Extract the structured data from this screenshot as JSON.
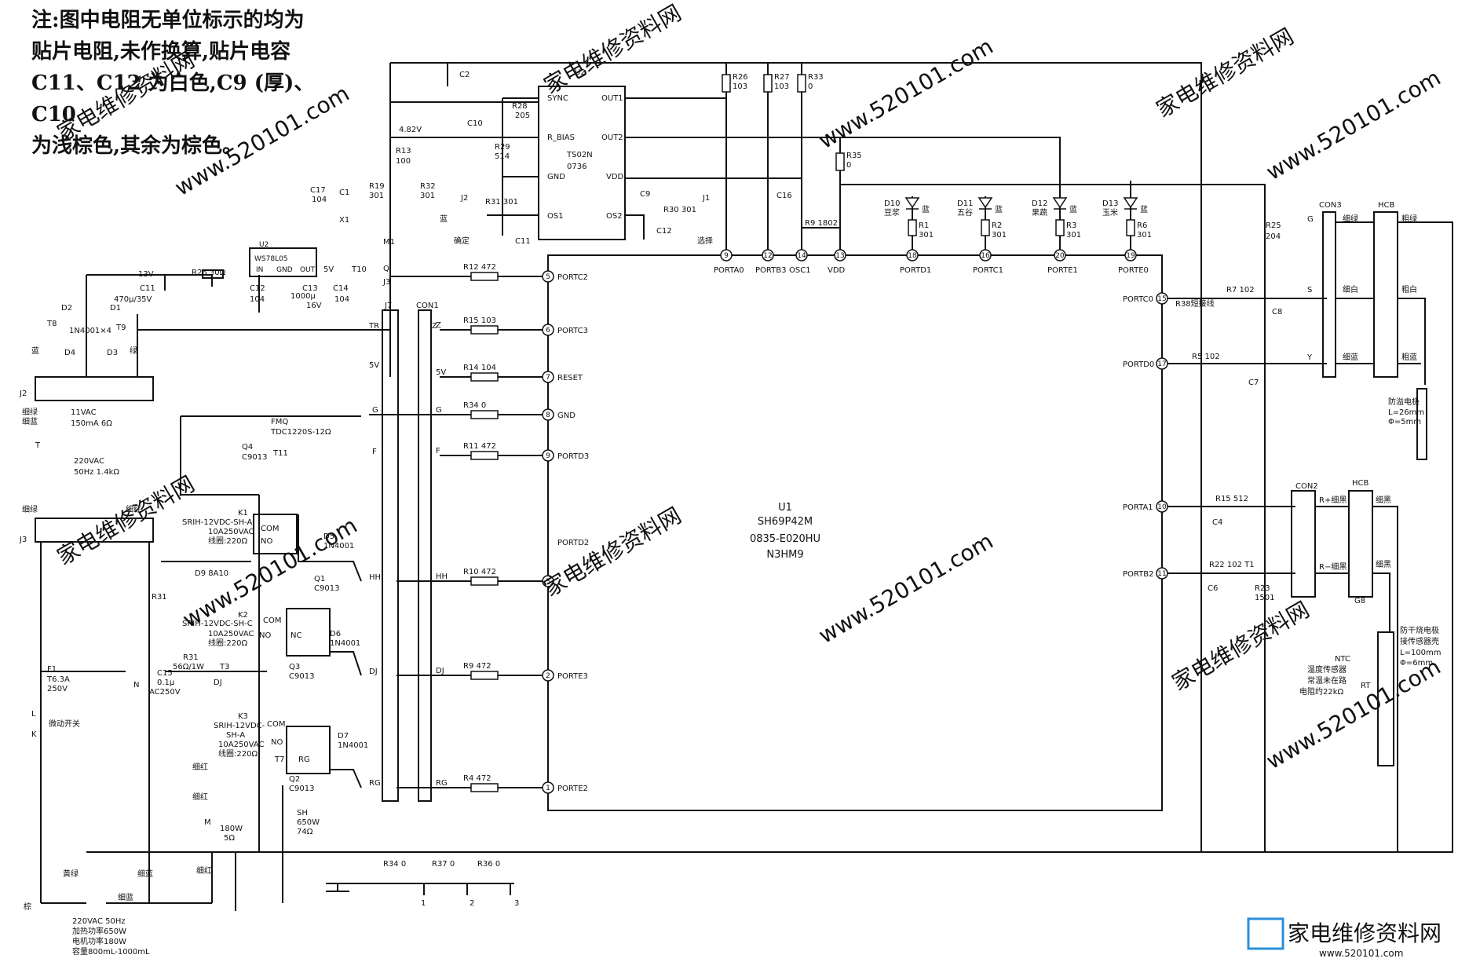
{
  "note": {
    "label": "注:",
    "lines": [
      "图中电阻无单位标示的均为",
      "贴片电阻,未作换算,贴片电容",
      "C11、C12 为白色,C9 (厚)、C10",
      "为浅棕色,其余为棕色。"
    ]
  },
  "mcu": {
    "name": "U1",
    "part1": "SH69P42M",
    "part2": "0835-E020HU",
    "part3": "N3HM9"
  },
  "u2": {
    "name": "U2",
    "part1": "TS02N",
    "part2": "0736",
    "pins": [
      "SYNC",
      "R_BIAS",
      "GND",
      "OS1",
      "OS2",
      "VDD",
      "OUT2",
      "OUT1"
    ]
  },
  "regulator": {
    "name": "U2",
    "part": "WS78L05",
    "p_in": "IN",
    "p_gnd": "GND",
    "p_out": "OUT"
  },
  "left_pins": [
    {
      "num": "5",
      "name": "PORTC2",
      "net": "",
      "res": "R12 472"
    },
    {
      "num": "6",
      "name": "PORTC3",
      "net": "Z",
      "res": "R15 103"
    },
    {
      "num": "7",
      "name": "RESET",
      "net": "5V",
      "res": "R14 104"
    },
    {
      "num": "8",
      "name": "GND",
      "net": "G",
      "res": "R34 0"
    },
    {
      "num": "9",
      "name": "PORTD3",
      "net": "F",
      "res": "R11 472"
    },
    {
      "num": "",
      "name": "PORTD2",
      "net": "",
      "res": ""
    },
    {
      "num": "3",
      "name": "",
      "net": "HH",
      "res": "R10 472"
    },
    {
      "num": "2",
      "name": "PORTE3",
      "net": "DJ",
      "res": "R9 472"
    },
    {
      "num": "1",
      "name": "PORTE2",
      "net": "RG",
      "res": "R4 472"
    }
  ],
  "top_pins": [
    {
      "num": "9",
      "name": "PORTA0"
    },
    {
      "num": "12",
      "name": "PORTB3"
    },
    {
      "num": "14",
      "name": "OSC1"
    },
    {
      "num": "13",
      "name": "VDD"
    },
    {
      "num": "18",
      "name": "PORTD1"
    },
    {
      "num": "16",
      "name": "PORTC1"
    },
    {
      "num": "20",
      "name": "PORTE1"
    },
    {
      "num": "19",
      "name": "PORTE0"
    }
  ],
  "right_pins": [
    {
      "num": "15",
      "name": "PORTC0"
    },
    {
      "num": "17",
      "name": "PORTD0"
    },
    {
      "num": "10",
      "name": "PORTA1"
    },
    {
      "num": "11",
      "name": "PORTB2"
    }
  ],
  "leds": [
    {
      "ref": "D10",
      "name": "豆浆",
      "color": "蓝",
      "res": "R1",
      "val": "301"
    },
    {
      "ref": "D11",
      "name": "五谷",
      "color": "蓝",
      "res": "R2",
      "val": "301"
    },
    {
      "ref": "D12",
      "name": "果蔬",
      "color": "蓝",
      "res": "R3",
      "val": "301"
    },
    {
      "ref": "D13",
      "name": "玉米",
      "color": "蓝",
      "res": "R6",
      "val": "301"
    }
  ],
  "top_res": [
    {
      "ref": "R26",
      "val": "103"
    },
    {
      "ref": "R27",
      "val": "103"
    },
    {
      "ref": "R33",
      "val": "0"
    },
    {
      "ref": "R35",
      "val": "0"
    }
  ],
  "misc": {
    "c2": "C2",
    "c10": "C10",
    "c9": "C9",
    "c12": "C12",
    "c11": "C11",
    "c16": "C16",
    "r9": "R9 1802",
    "r28": "R28",
    "r28v": "205",
    "r29": "R29",
    "r29v": "514",
    "r31": "R31 301",
    "r30": "R30 301",
    "j2": "J2",
    "j1": "J1",
    "j2n": "确定",
    "j1n": "选择",
    "v482": "4.82V",
    "r13": "R13",
    "r13v": "100",
    "r19": "R19",
    "r19v": "301",
    "r32": "R32",
    "r32v": "301",
    "c17": "C17",
    "c17v": "104",
    "c1": "C1",
    "x1": "X1",
    "blue": "蓝",
    "m1": "M1",
    "q": "Q",
    "j3": "J3",
    "r25": "R25",
    "r25v": "204",
    "con3": "CON3",
    "hcb": "HCB",
    "con2": "CON2",
    "hcb2": "HCB",
    "g": "G",
    "s": "S",
    "y": "Y",
    "r38": "R38短接线",
    "r7": "R7 102",
    "c8": "C8",
    "r5": "R5 102",
    "c7": "C7",
    "r15b": "R15 512",
    "c4": "C4",
    "r22": "R22 102 T1",
    "c6": "C6",
    "r23": "R23",
    "r23v": "1501",
    "xlv": "细绿",
    "xlb": "细白",
    "xln": "细蓝",
    "xlv2": "粗绿",
    "xlb2": "粗白",
    "xln2": "粗蓝",
    "rp": "R+细黑",
    "rm": "R−细黑",
    "xh": "细黑",
    "xh2": "细黑",
    "g8": "G8",
    "fy1": "防溢电极",
    "fy2": "L=26mm",
    "fy3": "Φ=5mm",
    "fg1": "防干烧电极",
    "fg2": "接传感器壳",
    "fg3": "L=100mm",
    "fg4": "Φ=6mm",
    "ntc1": "NTC",
    "ntc2": "温度传感器",
    "ntc3": "常温未在路",
    "ntc4": "电阻约22kΩ",
    "rt": "RT",
    "v13": "13V",
    "r26b": "R26 30Ω",
    "c11b": "C11",
    "c11v": "470μ/35V",
    "t9": "T9",
    "t8": "T8",
    "d1": "D1",
    "d2": "D2",
    "d3": "D3",
    "d4": "D4",
    "d4001": "1N4001×4",
    "c12b": "C12",
    "c12v": "104",
    "c13": "C13",
    "c13v": "1000μ",
    "c13w": "16V",
    "v5": "5V",
    "t10": "T10",
    "c14": "C14",
    "c14v": "104",
    "lan": "蓝",
    "lv": "绿",
    "j2b": "J2",
    "xlb3": "细绿",
    "xld": "细蓝",
    "tr1": "11VAC",
    "tr2": "150mA 6Ω",
    "tr3": "220VAC",
    "tr4": "50Hz 1.4kΩ",
    "t": "T",
    "xg": "细绿",
    "xh3": "细红",
    "j3b": "J3",
    "j7": "J7",
    "con1": "CON1",
    "tr": "TR",
    "v5b": "5V",
    "z": "Z",
    "g2": "G",
    "f": "F",
    "hh": "HH",
    "dj": "DJ",
    "rg": "RG",
    "fmq": "FMQ",
    "fmq2": "TDC1220S-12Ω",
    "q4": "Q4",
    "q4v": "C9013",
    "t11": "T11",
    "k1": "K1",
    "k1a": "SRIH-12VDC-SH-A",
    "k1b": "10A250VAC",
    "k1c": "线圈:220Ω",
    "com": "COM",
    "no": "NO",
    "nc": "NC",
    "d5": "D5",
    "d5v": "1N4001",
    "d9": "D9 8A10",
    "q1": "Q1",
    "q1v": "C9013",
    "r31b": "R31",
    "k2": "K2",
    "k2a": "SRIH-12VDC-SH-C",
    "k2b": "10A250VAC",
    "k2c": "线圈:220Ω",
    "d6": "D6",
    "d6v": "1N4001",
    "q3": "Q3",
    "q3v": "C9013",
    "c15": "C15",
    "c15v": "0.1μ",
    "c15w": "AC250V",
    "r31c": "R31",
    "r31cv": "56Ω/1W",
    "t3": "T3",
    "n": "N",
    "k3": "K3",
    "k3a": "SRIH-12VDC-",
    "k3b": "SH-A",
    "k3c": "10A250VAC",
    "k3d": "线圈:220Ω",
    "d7": "D7",
    "d7v": "1N4001",
    "t7": "T7",
    "rg2": "RG",
    "q2": "Q2",
    "q2v": "C9013",
    "f1": "F1",
    "f1v": "T6.3A",
    "f1w": "250V",
    "l": "L",
    "k": "K",
    "wd": "微动开关",
    "xh4": "细红",
    "xh5": "细红",
    "m": "M",
    "mv": "180W",
    "mw": "5Ω",
    "sh": "SH",
    "shv": "650W",
    "shw": "74Ω",
    "hl": "黄绿",
    "xln3": "细蓝",
    "xln4": "细蓝",
    "xh6": "细红",
    "ziz": "棕",
    "ac1": "220VAC 50Hz",
    "ac2": "加热功率650W",
    "ac3": "电机功率180W",
    "ac4": "容量800mL-1000mL",
    "r34b": "R34 0",
    "r37": "R37 0",
    "r36": "R36 0",
    "p1": "1",
    "p2": "2",
    "p3": "3"
  },
  "watermarks": [
    "家电维修资料网",
    "www.520101.com",
    "家电维修资料网",
    "www.520101.com",
    "家电维修资料网",
    "www.520101.com",
    "家电维修资料网",
    "www.520101.com",
    "家电维修资料网",
    "www.520101.com",
    "家电维修资料网",
    "www.520101.com"
  ],
  "logo": {
    "text": "家电维修资料网",
    "url": "www.520101.com"
  },
  "colors": {
    "ink": "#111111",
    "paper": "#ffffff",
    "watermark": "#c8c8c8",
    "logo": "#2a8fd8"
  }
}
